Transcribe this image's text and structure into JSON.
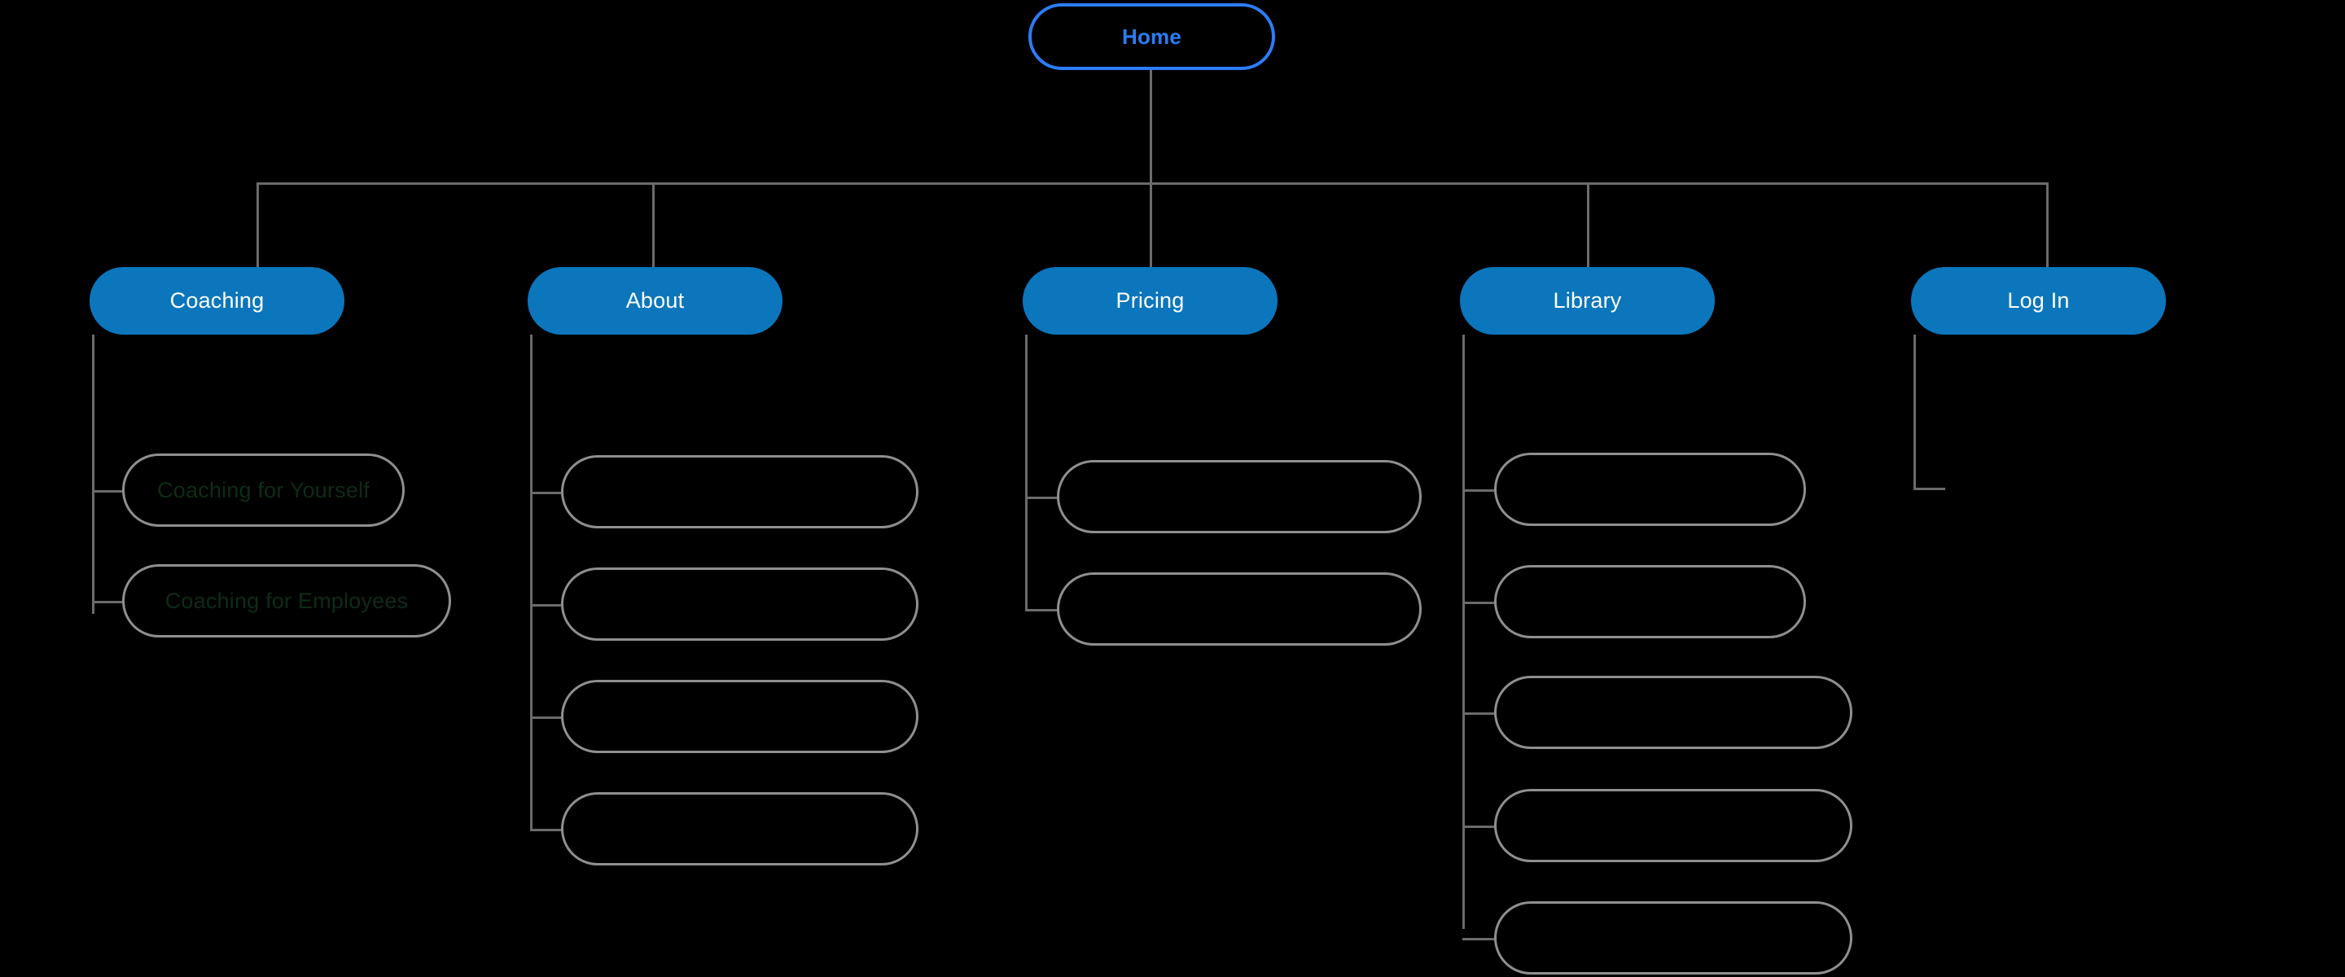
{
  "diagram": {
    "type": "sitemap-tree",
    "background_color": "#000000",
    "connector_color": "#6b6b6b",
    "root": {
      "label": "Home",
      "style": "outlined",
      "border_color": "#2b7df7",
      "text_color": "#2b7df7"
    },
    "primary_style": {
      "fill_color": "#0b76bc",
      "text_color": "#ffffff"
    },
    "leaf_style": {
      "fill_color": "#000000",
      "border_color": "#8f8f8f",
      "text_color": "#0d2c16"
    },
    "branches": [
      {
        "label": "Coaching",
        "children": [
          {
            "label": "Coaching for Yourself"
          },
          {
            "label": "Coaching for Employees"
          }
        ]
      },
      {
        "label": "About",
        "children": [
          {
            "label": ""
          },
          {
            "label": ""
          },
          {
            "label": ""
          },
          {
            "label": ""
          }
        ]
      },
      {
        "label": "Pricing",
        "children": [
          {
            "label": ""
          },
          {
            "label": ""
          }
        ]
      },
      {
        "label": "Library",
        "children": [
          {
            "label": ""
          },
          {
            "label": ""
          },
          {
            "label": ""
          },
          {
            "label": ""
          },
          {
            "label": ""
          }
        ]
      },
      {
        "label": "Log In",
        "children": []
      }
    ]
  }
}
